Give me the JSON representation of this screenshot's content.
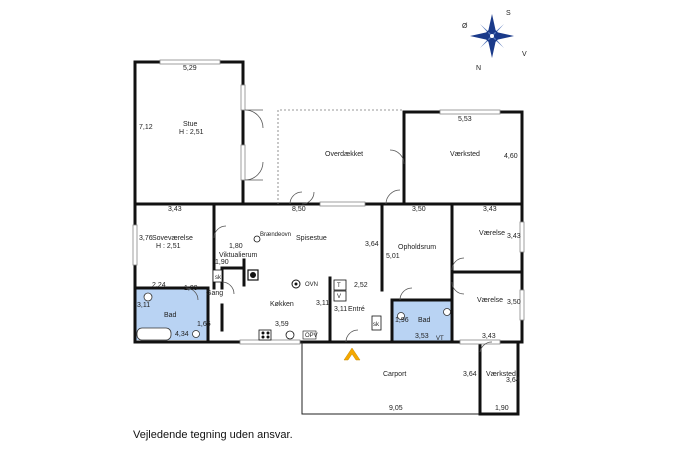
{
  "compass": {
    "letters": {
      "north": "N",
      "south": "S",
      "east": "Ø",
      "west": "V"
    }
  },
  "rooms": {
    "stue": {
      "name": "Stue",
      "height": "H : 2,51",
      "width": "5,29",
      "depth": "7,12"
    },
    "overdaekket": {
      "name": "Overdækket",
      "width": "8,50"
    },
    "vaerksted_top": {
      "name": "Værksted",
      "width": "5,53",
      "depth": "4,60"
    },
    "sovevaerelse": {
      "name": "Soveværelse",
      "height": "H : 2,51",
      "width": "3,43",
      "depth": "3,76"
    },
    "spisestue": {
      "name": "Spisestue",
      "depth": "3,64",
      "braendeovn": "Brændeovn"
    },
    "opholdsrum": {
      "name": "Opholdsrum",
      "width": "3,50",
      "depth": "5,01"
    },
    "vaerelse_1": {
      "name": "Værelse",
      "width": "3,43",
      "depth": "3,43"
    },
    "vaerelse_2": {
      "name": "Værelse",
      "depth": "3,50",
      "width": "3,43"
    },
    "viktualierum": {
      "name": "Viktualierum",
      "width": "1,80",
      "depth": "1,90"
    },
    "gang": {
      "name": "Gang",
      "dim": "1,09",
      "dim2": "1,65"
    },
    "bad_left": {
      "name": "Bad",
      "width": "2,24",
      "depth": "3,11",
      "bottom": "4,34"
    },
    "koekken": {
      "name": "Køkken",
      "width": "3,59",
      "depth": "3,11"
    },
    "entre": {
      "name": "Entré",
      "width": "2,52",
      "depth": "3,11"
    },
    "bad_right": {
      "name": "Bad",
      "dim": "1,96",
      "width": "3,53"
    },
    "carport": {
      "name": "Carport",
      "width": "9,05",
      "depth": "3,64"
    },
    "vaerksted_bottom": {
      "name": "Værksted",
      "depth": "3,64",
      "width": "1,90"
    }
  },
  "fixtures": {
    "sk_left": "sk",
    "sk_right": "sk",
    "ovn": "OVN",
    "opv": "OPV",
    "t": "T",
    "v": "V",
    "vt": "VT"
  },
  "entrance_color": "#f5a800",
  "bath_color": "#b9d3f3",
  "disclaimer": "Vejledende tegning uden ansvar."
}
